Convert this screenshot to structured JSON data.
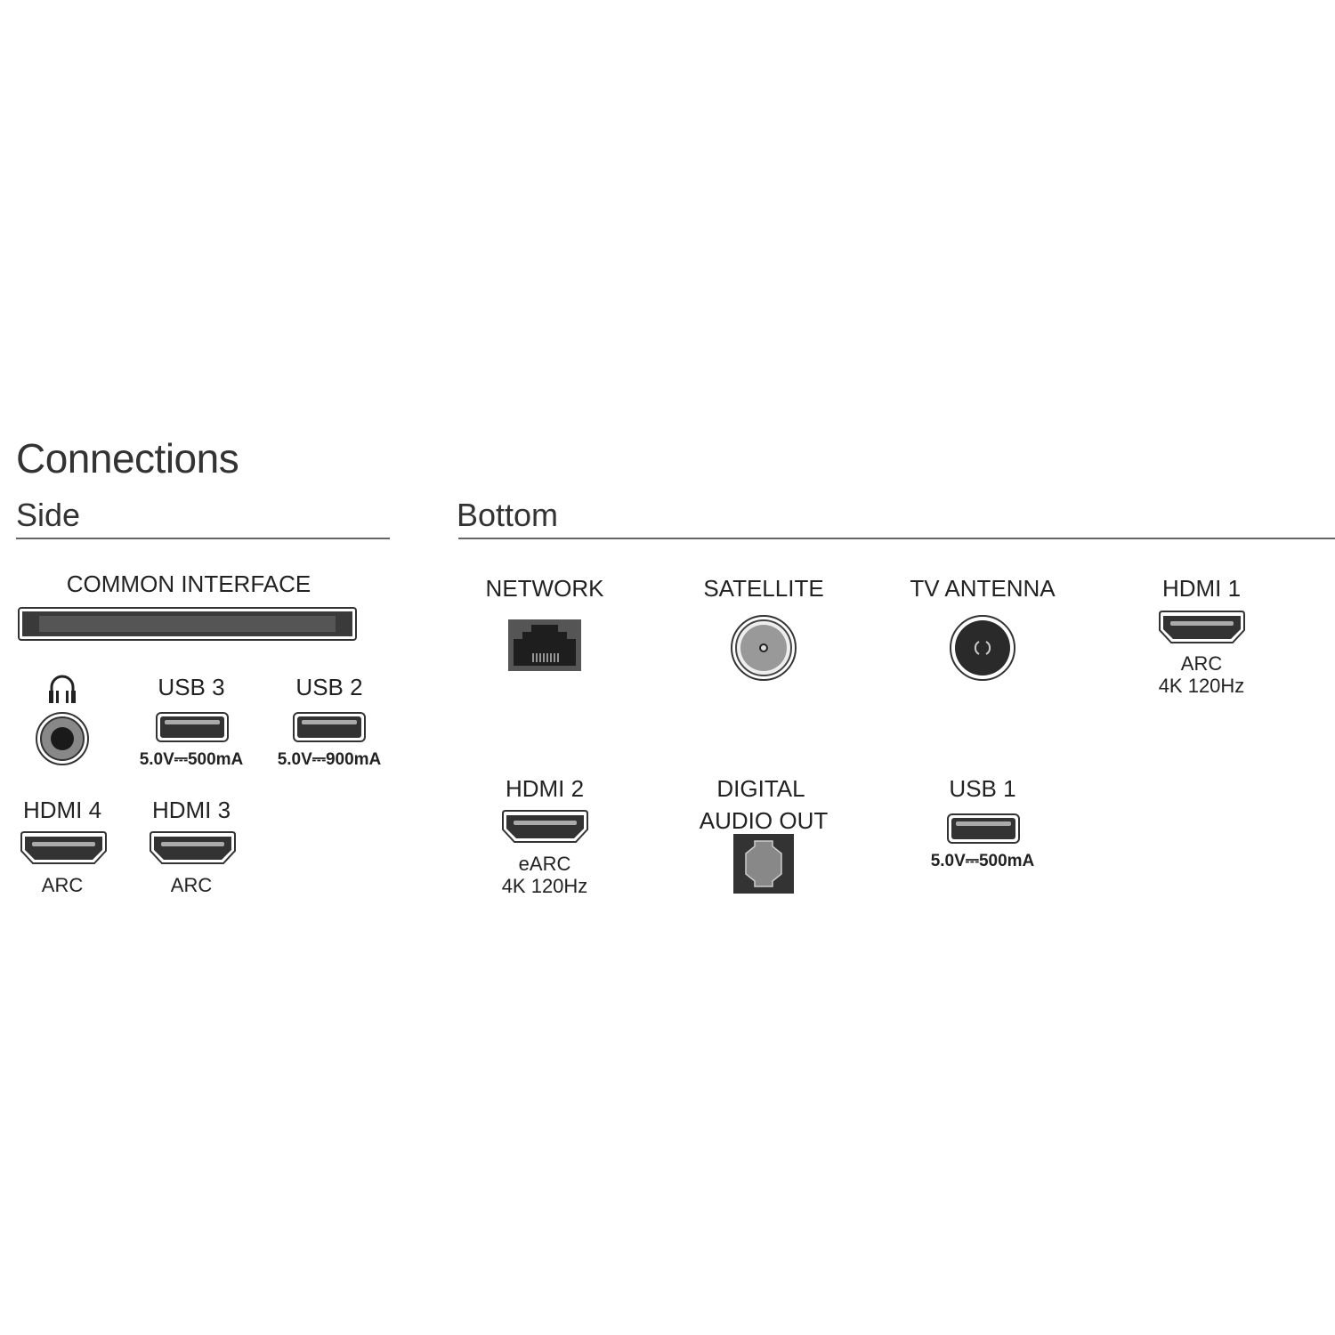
{
  "title": "Connections",
  "side": {
    "heading": "Side",
    "common_interface": "COMMON INTERFACE",
    "usb3": {
      "label": "USB 3",
      "spec": "5.0V⎓500mA"
    },
    "usb2": {
      "label": "USB 2",
      "spec": "5.0V⎓900mA"
    },
    "hdmi4": {
      "label": "HDMI 4",
      "sub": "ARC"
    },
    "hdmi3": {
      "label": "HDMI 3",
      "sub": "ARC"
    }
  },
  "bottom": {
    "heading": "Bottom",
    "network": "NETWORK",
    "satellite": "SATELLITE",
    "tv_antenna": "TV ANTENNA",
    "hdmi1": {
      "label": "HDMI 1",
      "sub1": "ARC",
      "sub2": "4K 120Hz"
    },
    "hdmi2": {
      "label": "HDMI 2",
      "sub1": "eARC",
      "sub2": "4K 120Hz"
    },
    "digital_audio": {
      "line1": "DIGITAL",
      "line2": "AUDIO OUT"
    },
    "usb1": {
      "label": "USB 1",
      "spec": "5.0V⎓500mA"
    }
  }
}
